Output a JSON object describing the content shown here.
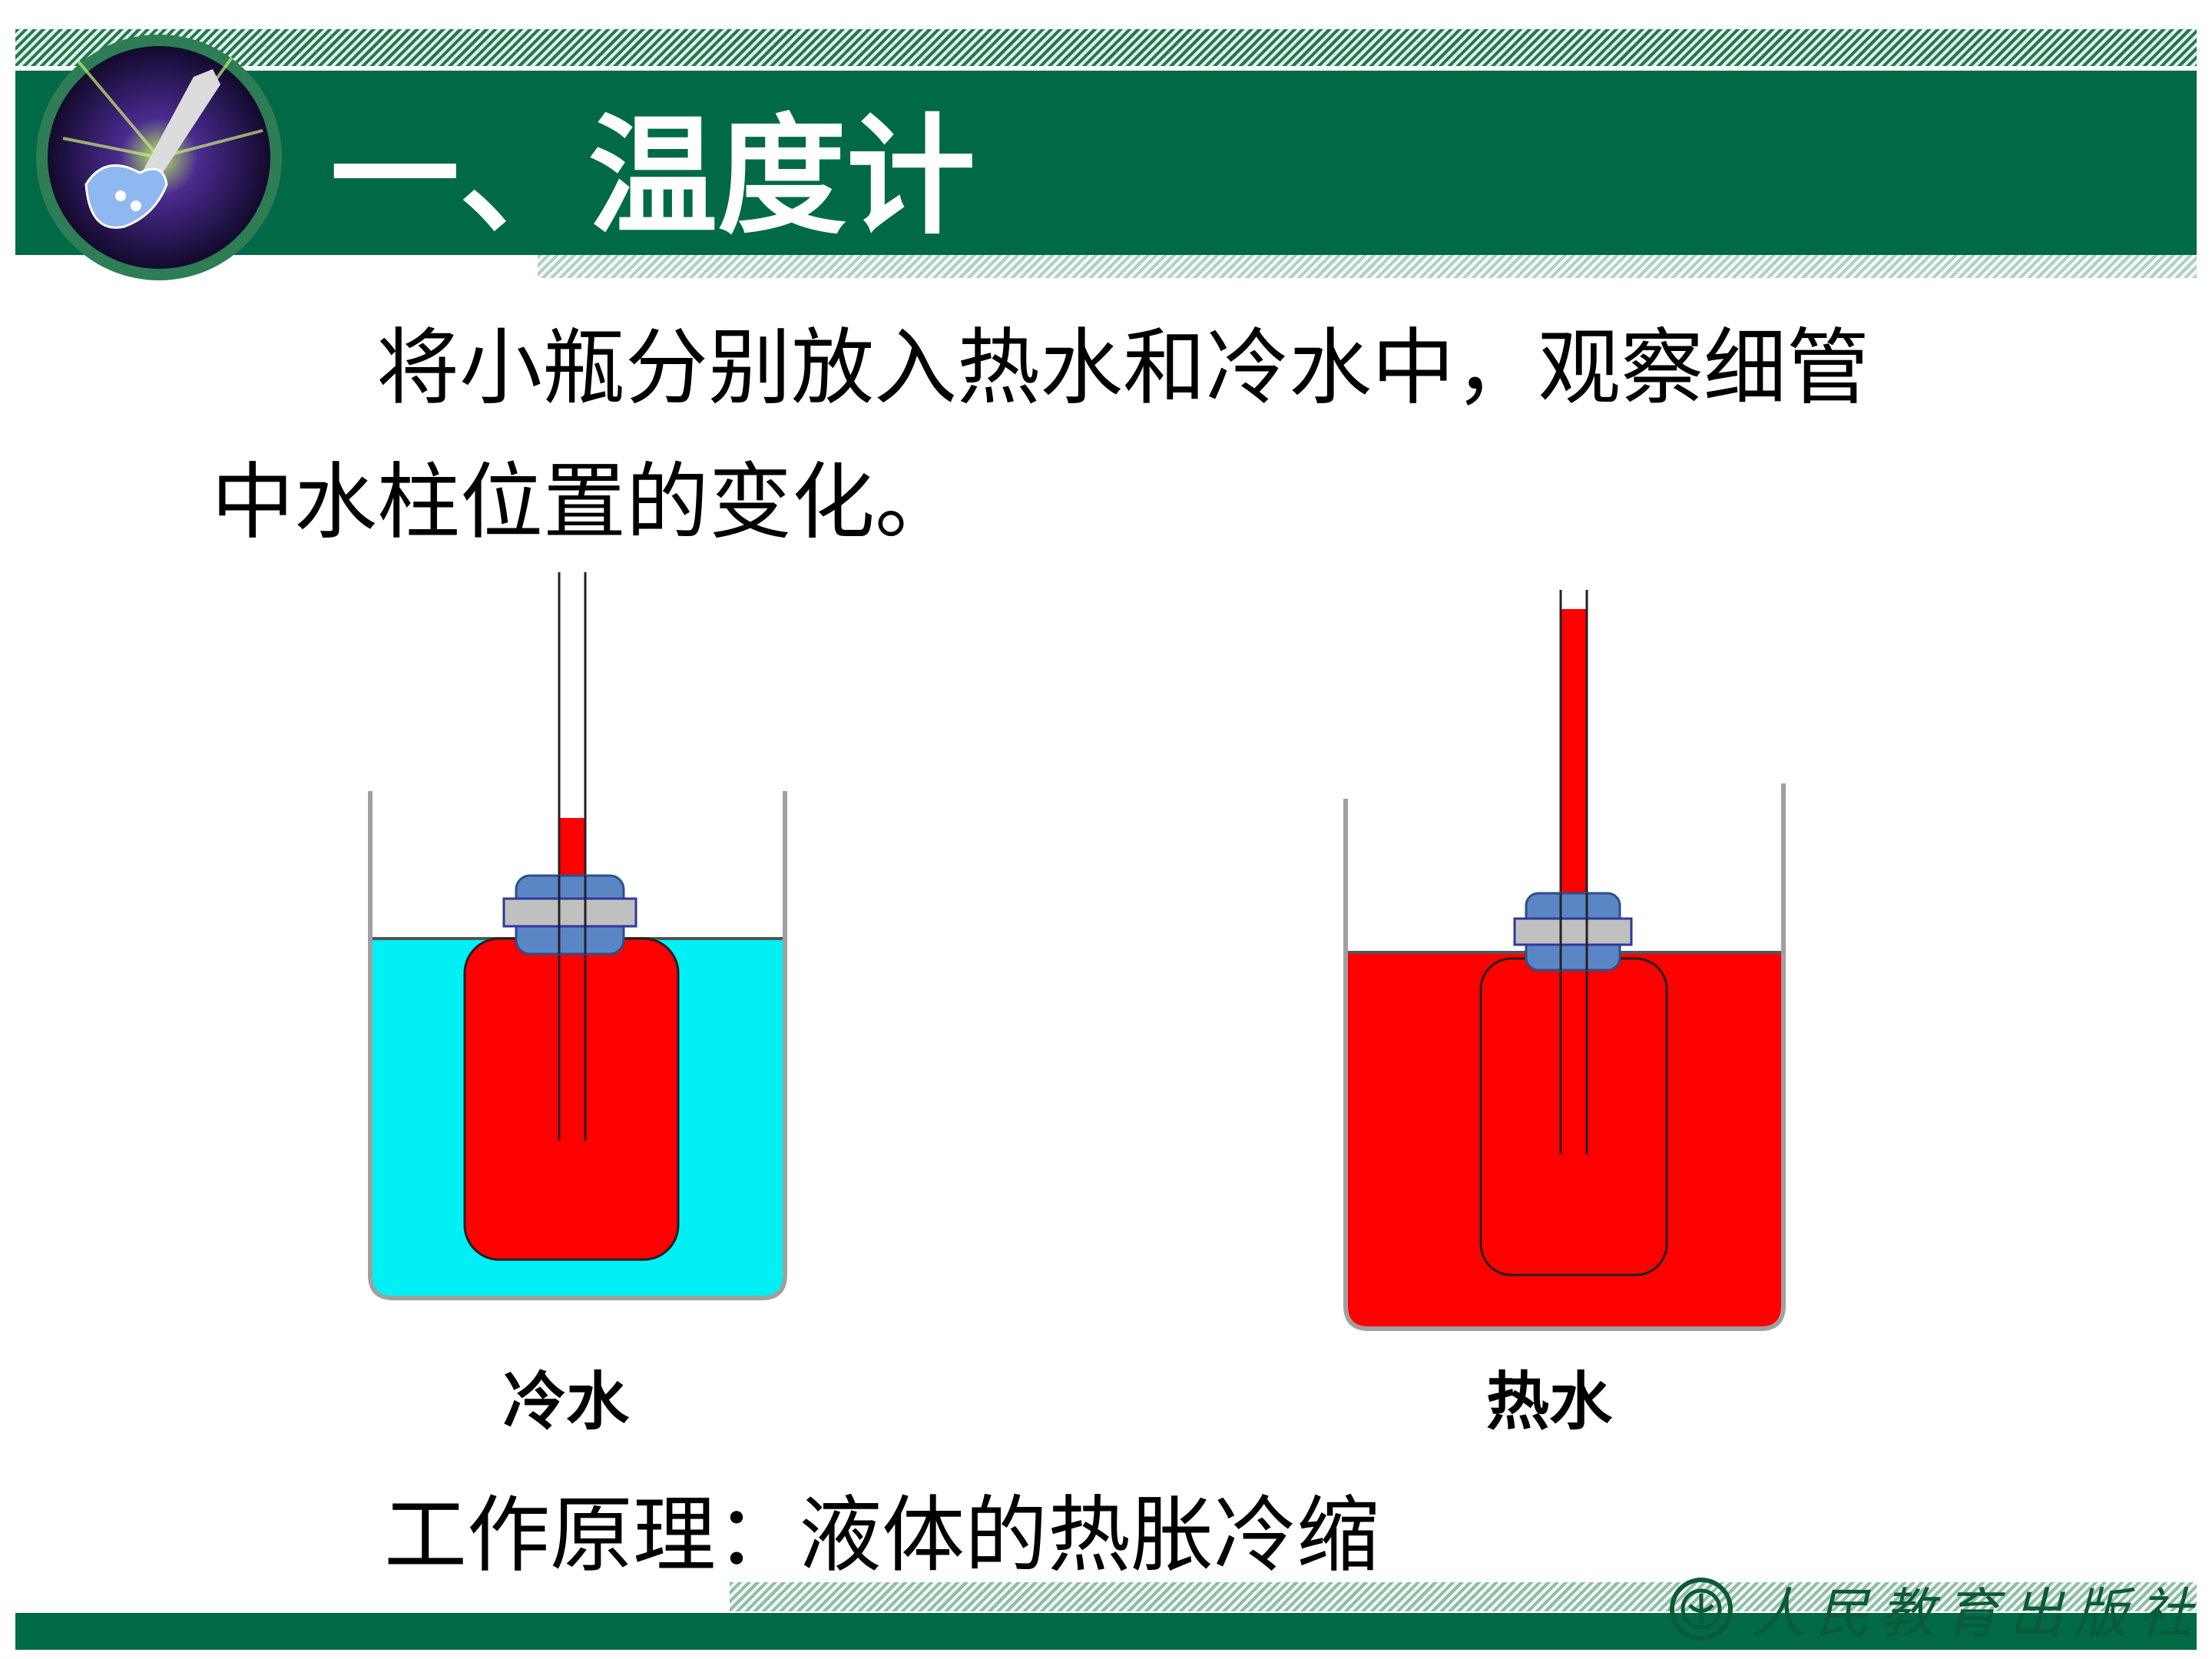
{
  "header": {
    "title": "一、温度计",
    "logo_icon": "guitar-icon"
  },
  "content": {
    "instruction_line1": "将小瓶分别放入热水和冷水中，观察细管",
    "instruction_line2": "中水柱位置的变化。",
    "principle": "工作原理：液体的热胀冷缩"
  },
  "diagram": {
    "cold_label": "冷水",
    "hot_label": "热水",
    "cold_water_color": "#00f0f5",
    "hot_water_color": "#ff0000",
    "liquid_color": "#ff0000",
    "stopper_color": "#5b86c6"
  },
  "footer": {
    "publisher": "人民教育出版社",
    "publisher_icon": "pep-emblem-icon"
  },
  "colors": {
    "brand_green": "#006a47"
  }
}
